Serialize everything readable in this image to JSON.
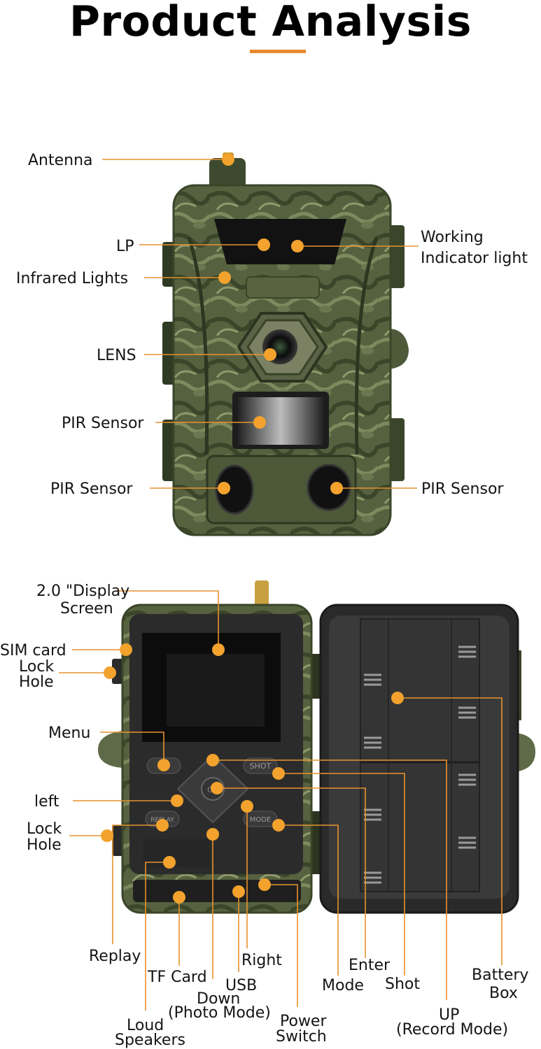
{
  "title": "Product Analysis",
  "colors": {
    "accent": "#e8882b",
    "dot": "#f2a22d",
    "camo": "#4c5a3c",
    "housing": "#2a2a2a"
  },
  "front_labels": {
    "antenna": "Antenna",
    "lp": "LP",
    "working_1": "Working",
    "working_2": "Indicator light",
    "infrared": "Infrared Lights",
    "lens": "LENS",
    "pir_mid": "PIR Sensor",
    "pir_left": "PIR Sensor",
    "pir_right": "PIR Sensor"
  },
  "back_labels": {
    "display_1": "2.0 \"Display",
    "display_2": "Screen",
    "sim": "SIM card",
    "lock1_1": "Lock",
    "lock1_2": "Hole",
    "menu": "Menu",
    "left": "left",
    "lock2_1": "Lock",
    "lock2_2": "Hole",
    "replay": "Replay",
    "tf": "TF Card",
    "right": "Right",
    "usb": "USB",
    "down_1": "Down",
    "down_2": "(Photo Mode)",
    "loud_1": "Loud",
    "loud_2": "Speakers",
    "power_1": "Power",
    "power_2": "Switch",
    "enter": "Enter",
    "mode": "Mode",
    "shot": "Shot",
    "up_1": "UP",
    "up_2": "(Record Mode)",
    "battery_1": "Battery",
    "battery_2": "Box"
  },
  "buttons": {
    "menu": "M",
    "shot": "SHOT",
    "replay": "REPLAY",
    "mode": "MODE",
    "ok": "OK"
  }
}
